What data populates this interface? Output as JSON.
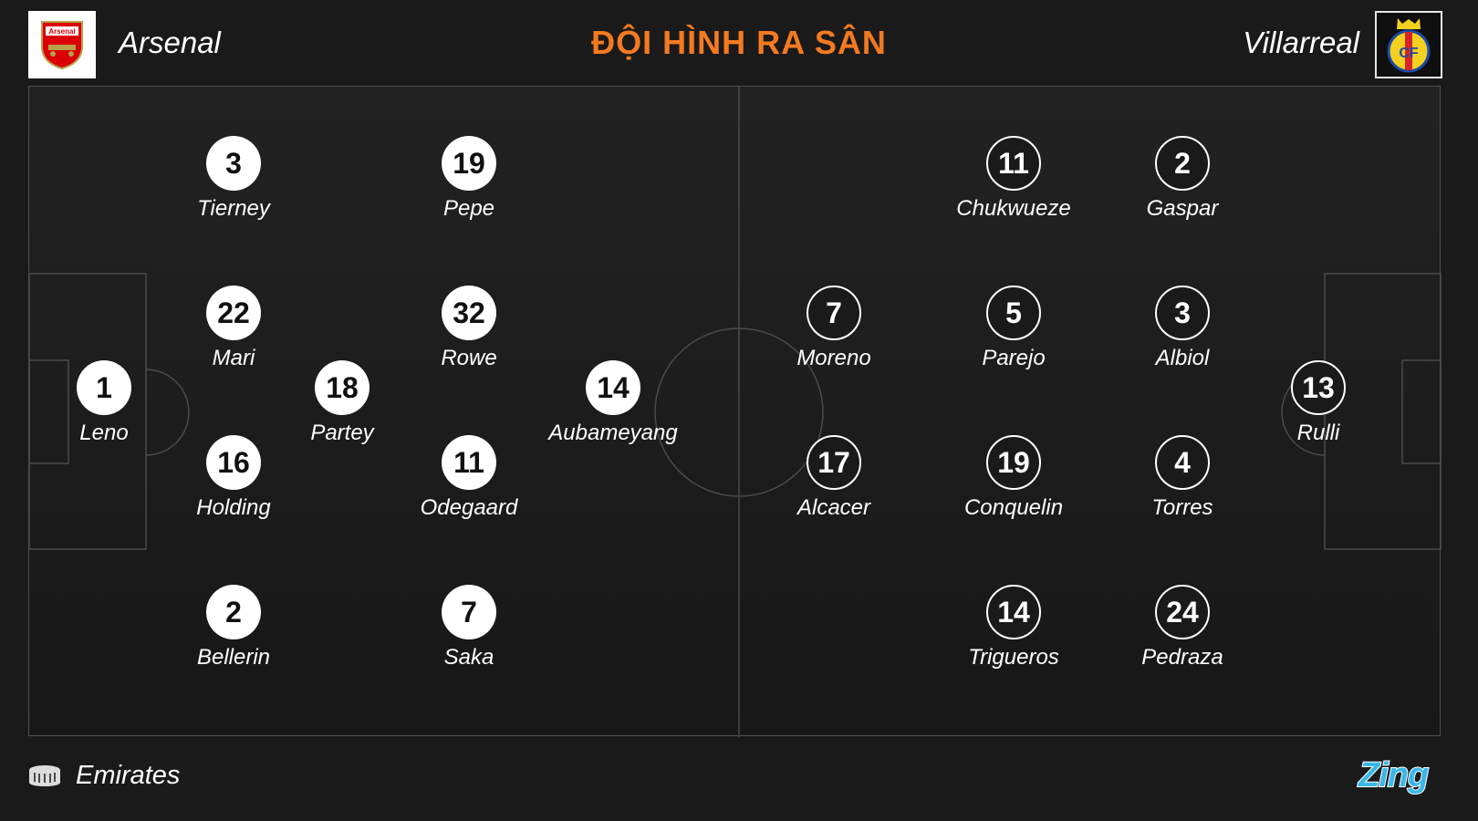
{
  "header": {
    "title": "ĐỘI HÌNH RA SÂN",
    "home": {
      "name": "Arsenal",
      "crest_text": "Arsenal"
    },
    "away": {
      "name": "Villarreal",
      "crest_text": "CF"
    }
  },
  "colors": {
    "title": "#f37a21",
    "background": "#1a1a1a",
    "home_disc": "#ffffff",
    "away_disc": "#1a1a1a"
  },
  "home_players": [
    {
      "number": "1",
      "name": "Leno"
    },
    {
      "number": "3",
      "name": "Tierney"
    },
    {
      "number": "22",
      "name": "Mari"
    },
    {
      "number": "16",
      "name": "Holding"
    },
    {
      "number": "2",
      "name": "Bellerin"
    },
    {
      "number": "18",
      "name": "Partey"
    },
    {
      "number": "19",
      "name": "Pepe"
    },
    {
      "number": "32",
      "name": "Rowe"
    },
    {
      "number": "11",
      "name": "Odegaard"
    },
    {
      "number": "7",
      "name": "Saka"
    },
    {
      "number": "14",
      "name": "Aubameyang"
    }
  ],
  "away_players": [
    {
      "number": "13",
      "name": "Rulli"
    },
    {
      "number": "2",
      "name": "Gaspar"
    },
    {
      "number": "3",
      "name": "Albiol"
    },
    {
      "number": "4",
      "name": "Torres"
    },
    {
      "number": "24",
      "name": "Pedraza"
    },
    {
      "number": "11",
      "name": "Chukwueze"
    },
    {
      "number": "5",
      "name": "Parejo"
    },
    {
      "number": "19",
      "name": "Conquelin"
    },
    {
      "number": "14",
      "name": "Trigueros"
    },
    {
      "number": "7",
      "name": "Moreno"
    },
    {
      "number": "17",
      "name": "Alcacer"
    }
  ],
  "footer": {
    "venue": "Emirates",
    "venue_icon": "stadium-icon",
    "brand": "Zing"
  }
}
